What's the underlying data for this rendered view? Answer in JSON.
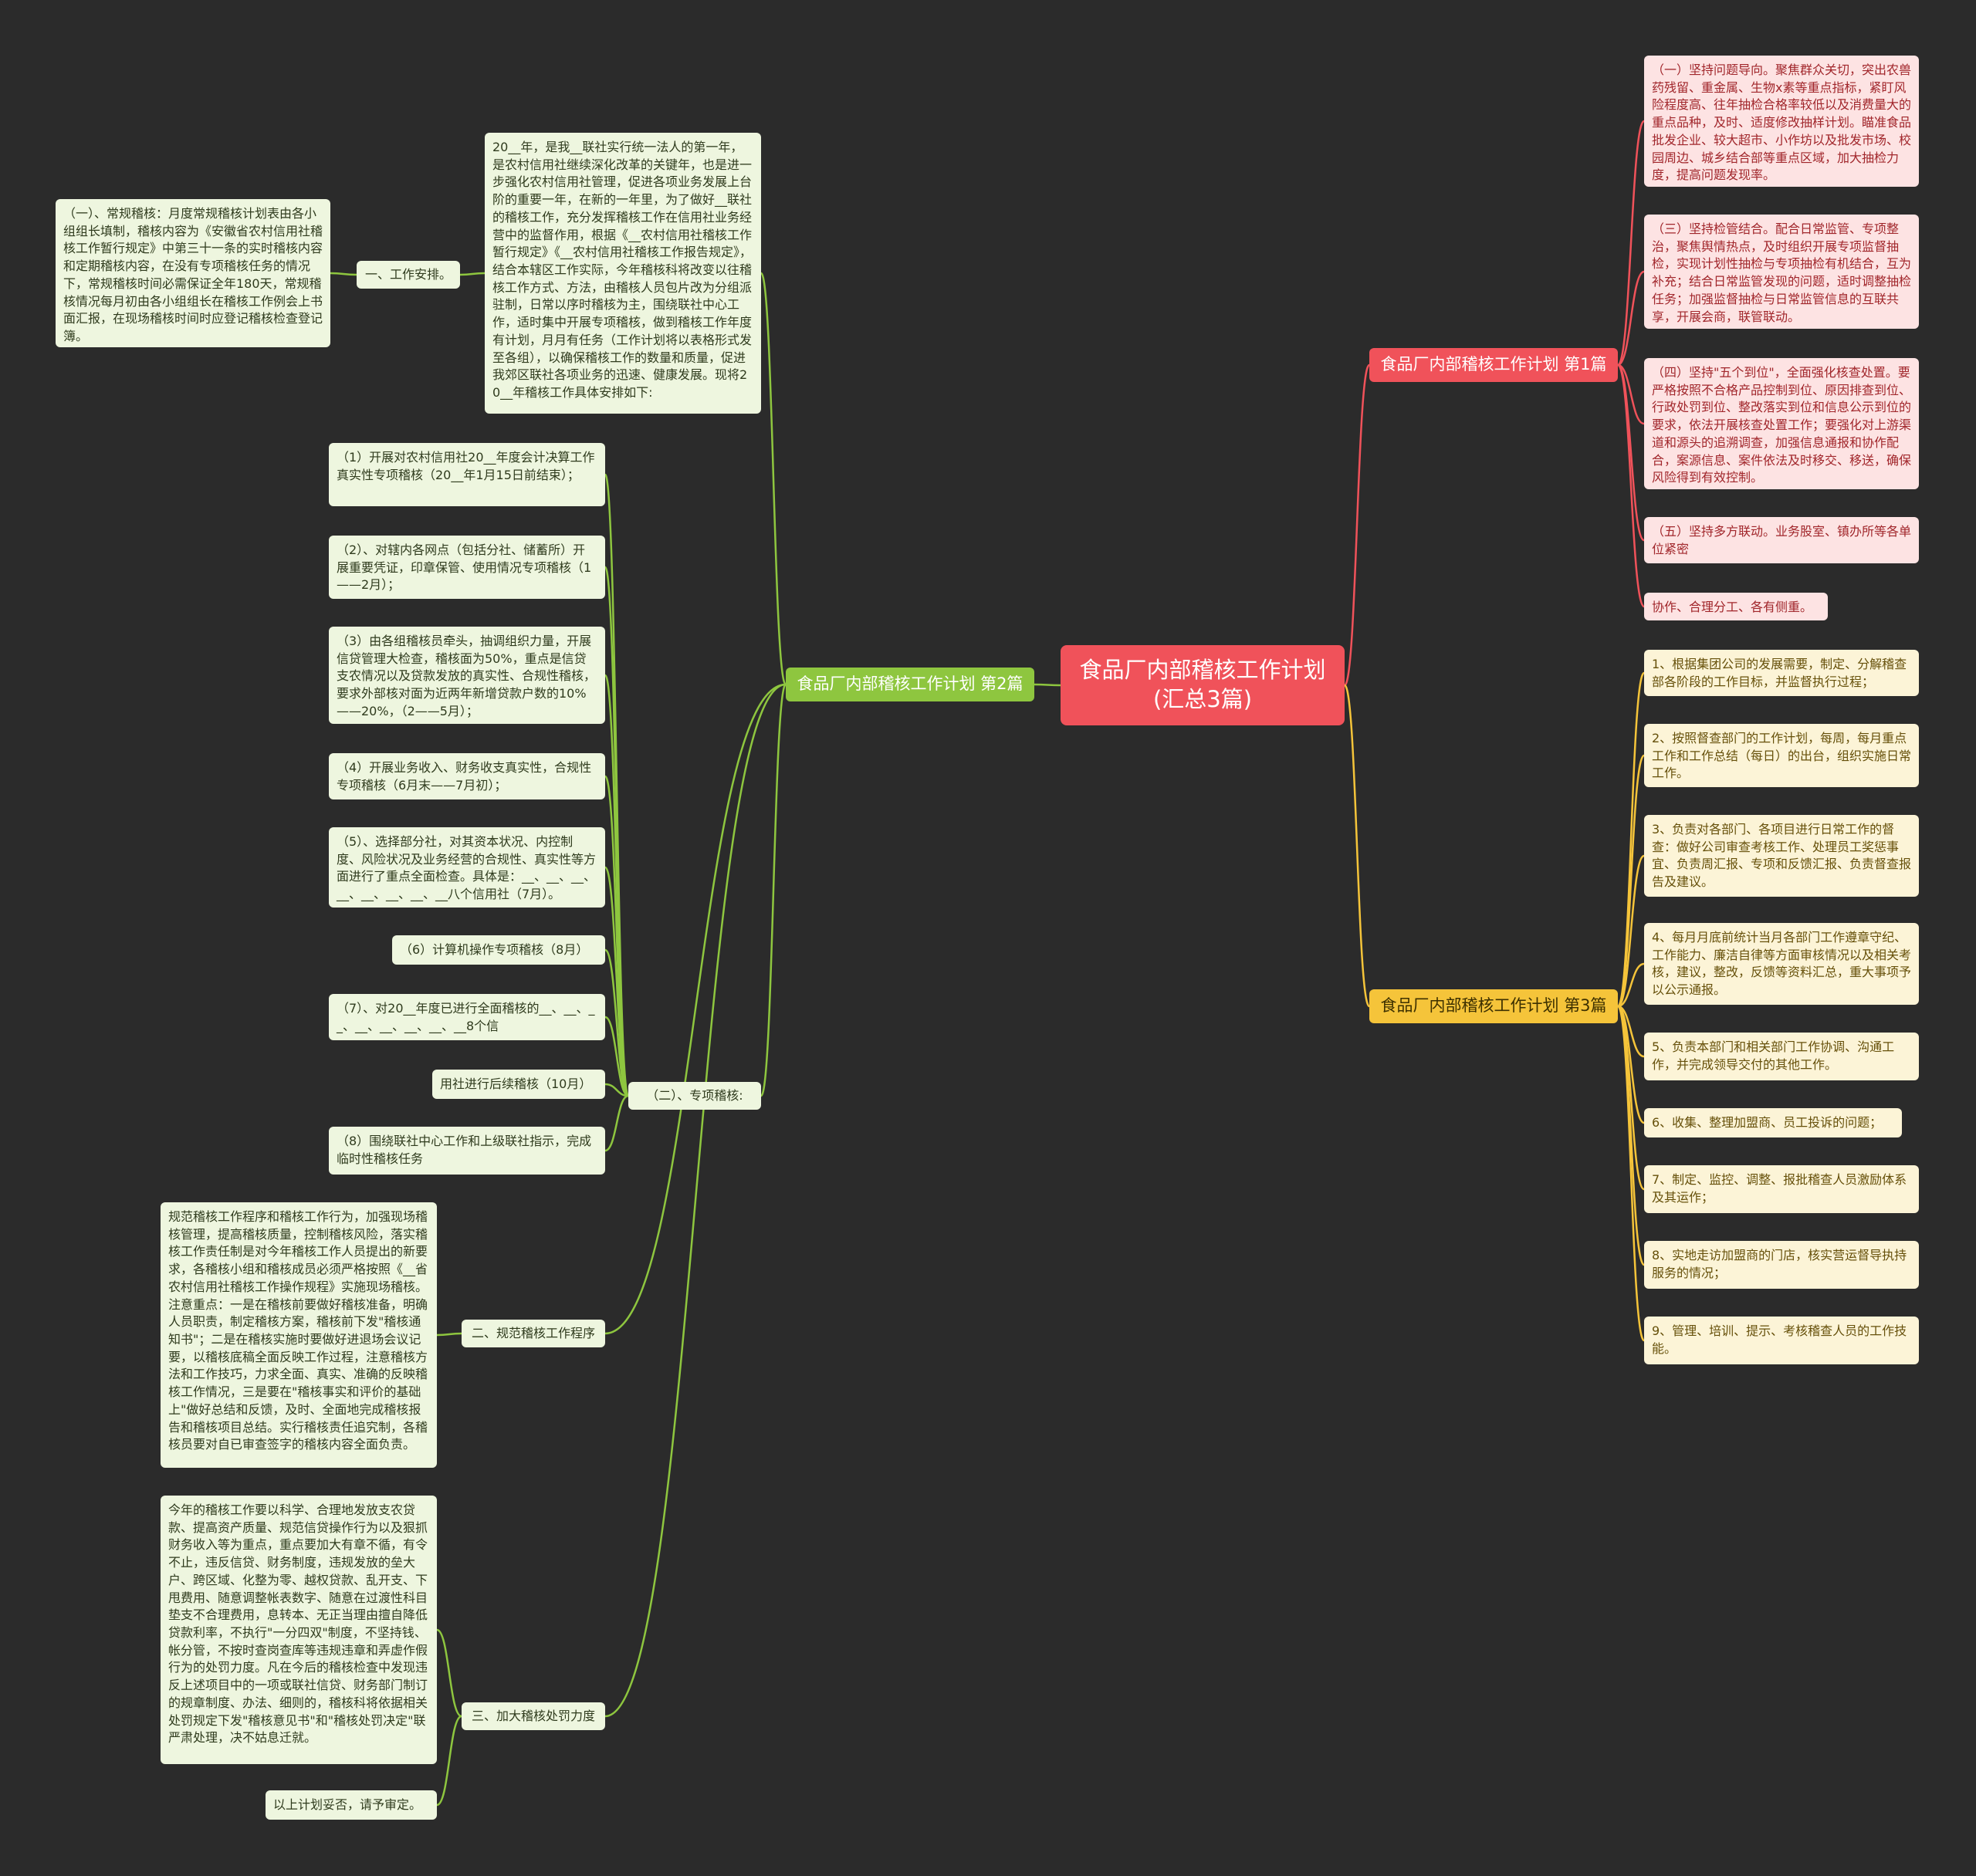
{
  "root": {
    "title": "食品厂内部稽核工作计划(汇总3篇)"
  },
  "branches": {
    "b1": {
      "label": "食品厂内部稽核工作计划 第1篇",
      "items": [
        "（一）坚持问题导向。聚焦群众关切，突出农兽药残留、重金属、生物x素等重点指标，紧盯风险程度高、往年抽检合格率较低以及消费量大的重点品种，及时、适度修改抽样计划。瞄准食品批发企业、较大超市、小作坊以及批发市场、校园周边、城乡结合部等重点区域，加大抽检力度，提高问题发现率。",
        "（三）坚持检管结合。配合日常监管、专项整治，聚焦舆情热点，及时组织开展专项监督抽检，实现计划性抽检与专项抽检有机结合，互为补充；结合日常监管发现的问题，适时调整抽检任务；加强监督抽检与日常监管信息的互联共享，开展会商，联管联动。",
        "（四）坚持\"五个到位\"，全面强化核查处置。要严格按照不合格产品控制到位、原因排查到位、行政处罚到位、整改落实到位和信息公示到位的要求，依法开展核查处置工作；要强化对上游渠道和源头的追溯调查，加强信息通报和协作配合，案源信息、案件依法及时移交、移送，确保风险得到有效控制。",
        "（五）坚持多方联动。业务股室、镇办所等各单位紧密",
        "协作、合理分工、各有侧重。"
      ]
    },
    "b2": {
      "label": "食品厂内部稽核工作计划 第2篇",
      "intro": "20__年，是我__联社实行统一法人的第一年，是农村信用社继续深化改革的关键年，也是进一步强化农村信用社管理，促进各项业务发展上台阶的重要一年，在新的一年里，为了做好__联社的稽核工作，充分发挥稽核工作在信用社业务经营中的监督作用，根据《__农村信用社稽核工作暂行规定》《__农村信用社稽核工作报告规定》，结合本辖区工作实际，今年稽核科将改变以往稽核工作方式、方法，由稽核人员包片改为分组派驻制，日常以序时稽核为主，围绕联社中心工作，适时集中开展专项稽核，做到稽核工作年度有计划，月月有任务（工作计划将以表格形式发至各组），以确保稽核工作的数量和质量，促进我郊区联社各项业务的迅速、健康发展。现将20__年稽核工作具体安排如下:",
      "s1": {
        "label": "一、工作安排。",
        "note": "（一）、常规稽核：月度常规稽核计划表由各小组组长填制，稽核内容为《安徽省农村信用社稽核工作暂行规定》中第三十一条的实时稽核内容和定期稽核内容，在没有专项稽核任务的情况下，常规稽核时间必需保证全年180天，常规稽核情况每月初由各小组组长在稽核工作例会上书面汇报，在现场稽核时间时应登记稽核检查登记簿。"
      },
      "s2": {
        "label": "（二）、专项稽核:",
        "items": [
          "（1）开展对农村信用社20__年度会计决算工作真实性专项稽核（20__年1月15日前结束）；",
          "（2）、对辖内各网点（包括分社、储蓄所）开展重要凭证，印章保管、使用情况专项稽核（1——2月）；",
          "（3）由各组稽核员牵头，抽调组织力量，开展信贷管理大检查，稽核面为50%，重点是信贷支农情况以及贷款发放的真实性、合规性稽核，要求外部核对面为近两年新增贷款户数的10%——20%，（2——5月）；",
          "（4）开展业务收入、财务收支真实性，合规性专项稽核（6月末——7月初）；",
          "（5）、选择部分社，对其资本状况、内控制度、风险状况及业务经营的合规性、真实性等方面进行了重点全面检查。具体是：__、__、__、__、__、__、__、__八个信用社（7月）。",
          "（6）计算机操作专项稽核（8月）",
          "（7）、对20__年度已进行全面稽核的__、__、__、__、__、__、__、__8个信",
          "用社进行后续稽核（10月）",
          "（8）围绕联社中心工作和上级联社指示，完成临时性稽核任务"
        ]
      },
      "s3": {
        "label": "二、规范稽核工作程序",
        "note": "规范稽核工作程序和稽核工作行为，加强现场稽核管理，提高稽核质量，控制稽核风险，落实稽核工作责任制是对今年稽核工作人员提出的新要求，各稽核小组和稽核成员必须严格按照《__省农村信用社稽核工作操作规程》实施现场稽核。注意重点：一是在稽核前要做好稽核准备，明确人员职责，制定稽核方案，稽核前下发\"稽核通知书\"；二是在稽核实施时要做好进退场会议记要，以稽核底稿全面反映工作过程，注意稽核方法和工作技巧，力求全面、真实、准确的反映稽核工作情况，三是要在\"稽核事实和评价的基础上\"做好总结和反馈，及时、全面地完成稽核报告和稽核项目总结。实行稽核责任追究制，各稽核员要对自已审查签字的稽核内容全面负责。"
      },
      "s4": {
        "label": "三、加大稽核处罚力度",
        "note": "今年的稽核工作要以科学、合理地发放支农贷款、提高资产质量、规范信贷操作行为以及狠抓财务收入等为重点，重点要加大有章不循，有令不止，违反信贷、财务制度，违规发放的垒大户、跨区域、化整为零、越权贷款、乱开支、下甩费用、随意调整帐表数字、随意在过渡性科目垫支不合理费用，息转本、无正当理由擅自降低贷款利率，不执行\"一分四双\"制度，不坚持钱、帐分管，不按时查岗查库等违规违章和弄虚作假行为的处罚力度。凡在今后的稽核检查中发现违反上述项目中的一项或联社信贷、财务部门制订的规章制度、办法、细则的，稽核科将依据相关处罚规定下发\"稽核意见书\"和\"稽核处罚决定\"联严肃处理，决不姑息迁就。",
        "end": "以上计划妥否，请予审定。"
      }
    },
    "b3": {
      "label": "食品厂内部稽核工作计划 第3篇",
      "items": [
        "1、根据集团公司的发展需要，制定、分解稽查部各阶段的工作目标，并监督执行过程；",
        "2、按照督查部门的工作计划，每周，每月重点工作和工作总结（每日）的出台，组织实施日常工作。",
        "3、负责对各部门、各项目进行日常工作的督查：做好公司审查考核工作、处理员工奖惩事宜、负责周汇报、专项和反馈汇报、负责督查报告及建议。",
        "4、每月月底前统计当月各部门工作遵章守纪、工作能力、廉洁自律等方面审核情况以及相关考核，建议，整改，反馈等资料汇总，重大事项予以公示通报。",
        "5、负责本部门和相关部门工作协调、沟通工作，并完成领导交付的其他工作。",
        "6、收集、整理加盟商、员工投诉的问题；",
        "7、制定、监控、调整、报批稽查人员激励体系及其运作；",
        "8、实地走访加盟商的门店，核实营运督导执持服务的情况；",
        "9、管理、培训、提示、考核稽查人员的工作技能。"
      ]
    }
  },
  "colors": {
    "background": "#2b2b2b",
    "branch1": "#f0525a",
    "branch2": "#8ec63f",
    "branch3": "#f5c43a"
  }
}
